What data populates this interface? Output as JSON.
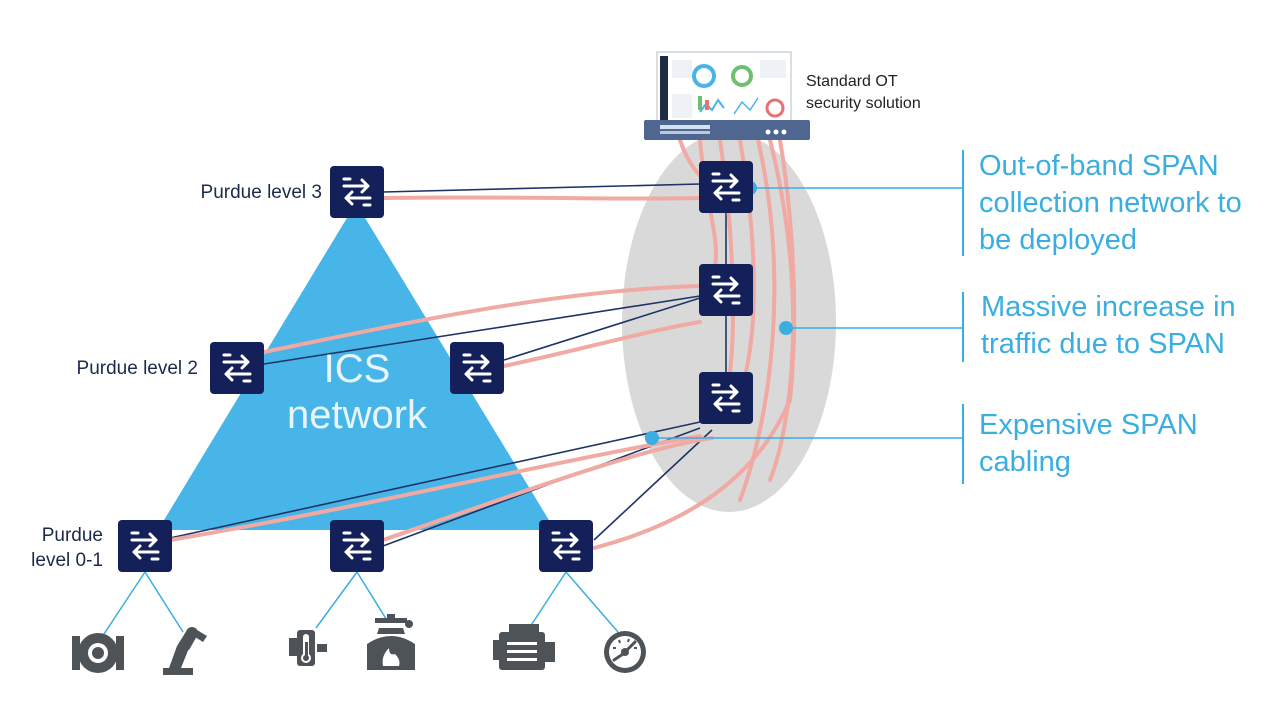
{
  "levels": {
    "level3": "Purdue level 3",
    "level2": "Purdue level 2",
    "level01_line1": "Purdue",
    "level01_line2": "level 0-1"
  },
  "ics": {
    "line1": "ICS",
    "line2": "network"
  },
  "security_solution": {
    "line1": "Standard OT",
    "line2": "security solution"
  },
  "callouts": {
    "out_of_band": [
      "Out-of-band SPAN",
      "collection network to",
      "be deployed"
    ],
    "traffic": [
      "Massive increase in",
      "traffic due to SPAN"
    ],
    "cabling": [
      "Expensive SPAN",
      "cabling"
    ]
  },
  "colors": {
    "ics_triangle": "#47b5e8",
    "switch": "#13205a",
    "span_cable": "#f0a9a3",
    "callout": "#3aaee0",
    "collection_ellipse": "#d9d9d9"
  },
  "icons": {
    "switch": "switch-icon",
    "devices": [
      "pump-icon",
      "robot-arm-icon",
      "thermometer-sensor-icon",
      "boiler-icon",
      "engine-icon",
      "gauge-icon"
    ]
  }
}
